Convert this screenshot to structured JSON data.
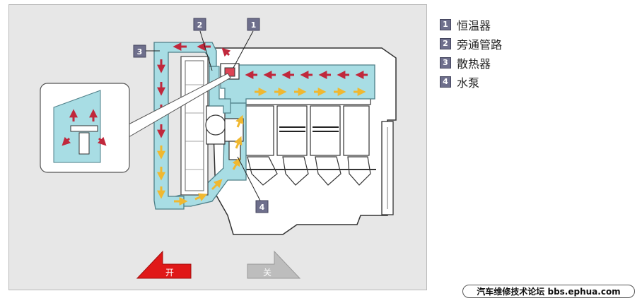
{
  "colors": {
    "coolant": "#a8dde4",
    "coolant_border": "#4e7f88",
    "arrow_hot": "#c0283c",
    "arrow_warm": "#f0b830",
    "badge": "#6e6f8c",
    "button_active": "#e01818",
    "button_inactive": "#bdbdbd"
  },
  "callouts": [
    {
      "number": "1",
      "target": "thermostat"
    },
    {
      "number": "2",
      "target": "bypass-line"
    },
    {
      "number": "3",
      "target": "radiator"
    },
    {
      "number": "4",
      "target": "water-pump"
    }
  ],
  "legend": [
    {
      "number": "1",
      "label": "恒温器"
    },
    {
      "number": "2",
      "label": "旁通管路"
    },
    {
      "number": "3",
      "label": "散热器"
    },
    {
      "number": "4",
      "label": "水泵"
    }
  ],
  "controls": {
    "open_label": "开",
    "close_label": "关",
    "active": "open"
  },
  "watermark": {
    "text": "汽车维修技术论坛 bbs.ephua.com"
  }
}
